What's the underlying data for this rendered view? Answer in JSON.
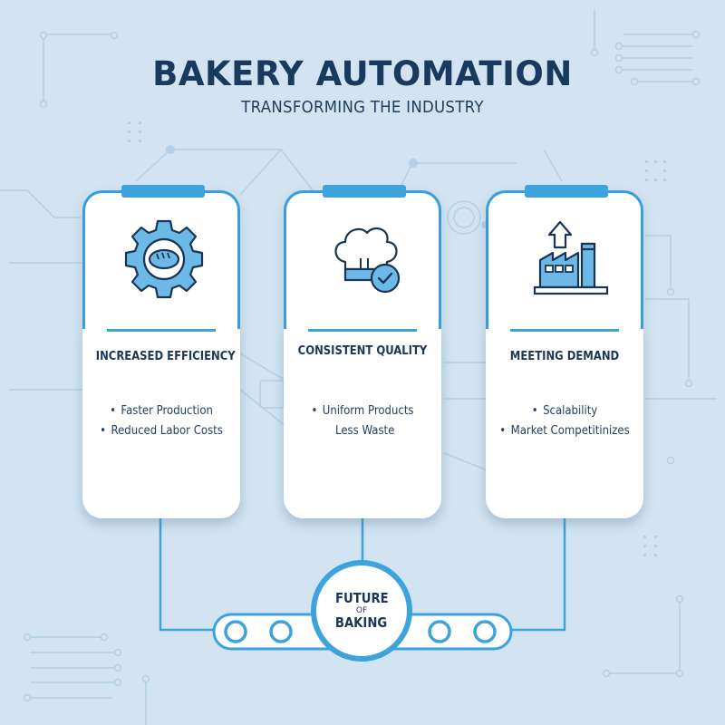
{
  "header": {
    "title": "BAKERY AUTOMATION",
    "subtitle": "TRANSFORMING THE INDUSTRY"
  },
  "colors": {
    "background": "#d2e4f1",
    "accent": "#3ea2dc",
    "text_dark": "#173a5e",
    "card_bg": "#ffffff",
    "icon_fill": "#6cb9e8",
    "icon_stroke": "#1a3552"
  },
  "cards": [
    {
      "icon": "gear-bread-icon",
      "heading": "INCREASED EFFICIENCY",
      "bullets": [
        {
          "dot": "•",
          "text": "Faster Production"
        },
        {
          "dot": "•",
          "text": "Reduced Labor Costs"
        }
      ]
    },
    {
      "icon": "chef-hat-check-icon",
      "heading": "CONSISTENT QUALITY",
      "bullets": [
        {
          "dot": "•",
          "text": "Uniform Products"
        },
        {
          "dot": "",
          "text": "Less Waste"
        }
      ]
    },
    {
      "icon": "factory-growth-icon",
      "heading": "MEETING DEMAND",
      "bullets": [
        {
          "dot": "•",
          "text": "Scalability"
        },
        {
          "dot": "•",
          "text": "Market Competitinizes"
        }
      ]
    }
  ],
  "hub": {
    "line1": "FUTURE",
    "line2": "OF",
    "line3": "BAKING",
    "icon": "conveyor-belt-icon"
  }
}
